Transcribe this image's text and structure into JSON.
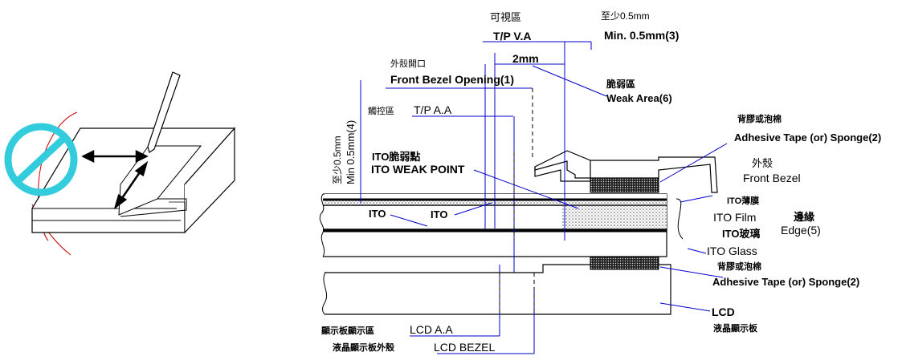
{
  "labels": {
    "tp_va_cn": "可視區",
    "tp_va": "T/P V.A",
    "min_cn": "至少0.5mm",
    "min_top": "Min. 0.5mm(3)",
    "two_mm": "2mm",
    "bezel_open_cn": "外殼開口",
    "bezel_open": "Front Bezel Opening(1)",
    "weak_area_cn": "脆弱區",
    "weak_area": "Weak Area(6)",
    "tp_aa_cn": "觸控區",
    "tp_aa": "T/P A.A",
    "tape_top_cn": "背膠或泡棉",
    "tape_top": "Adhesive Tape (or) Sponge(2)",
    "bezel_cn": "外殼",
    "bezel": "Front Bezel",
    "weak_point_cn": "ITO脆弱點",
    "weak_point": "ITO WEAK POINT",
    "min_side_cn": "至少0.5mm",
    "min_side": "Min 0.5mm(4)",
    "ito_a": "ITO",
    "ito_b": "ITO",
    "ito_film_cn": "ITO薄膜",
    "ito_film": "ITO Film",
    "edge_cn": "邊緣",
    "edge": "Edge(5)",
    "ito_glass_cn": "ITO玻璃",
    "ito_glass": "ITO Glass",
    "tape_bot_cn": "背膠或泡棉",
    "tape_bot": "Adhesive Tape (or) Sponge(2)",
    "lcd": "LCD",
    "lcd_cn": "液晶顯示板",
    "lcd_aa_cn": "顯示板顯示區",
    "lcd_aa": "LCD A.A",
    "lcd_bezel_cn": "液晶顯示板外殼",
    "lcd_bezel": "LCD BEZEL"
  },
  "colors": {
    "dimension_blue": "#0000cc",
    "prohibit_cyan": "#33ccdd",
    "outline_red": "#cc0000",
    "line_black": "#000000"
  }
}
